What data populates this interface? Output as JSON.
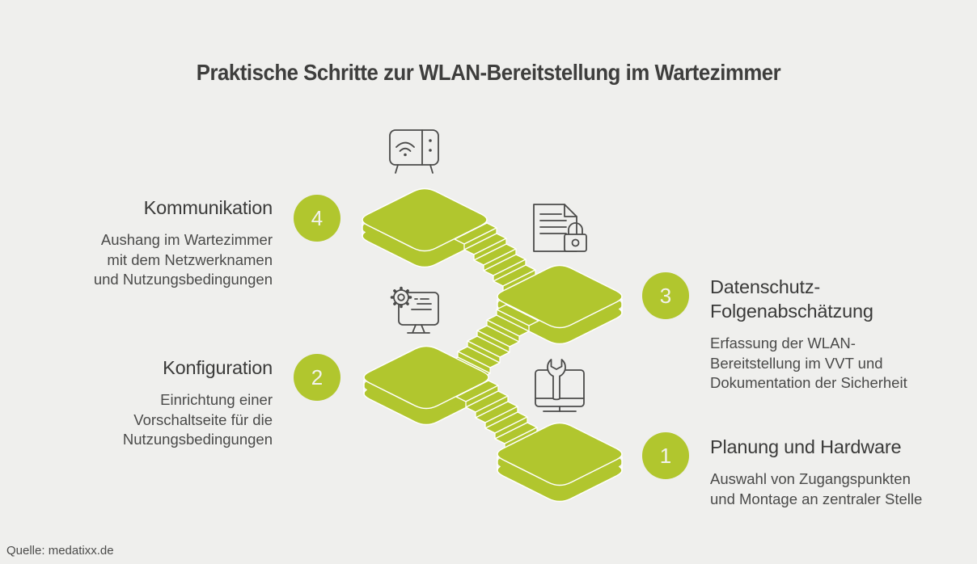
{
  "title": "Praktische Schritte zur WLAN-Bereitstellung im Wartezimmer",
  "source": "Quelle: medatixx.de",
  "colors": {
    "accent": "#b1c62e",
    "background": "#efefed"
  },
  "steps": [
    {
      "number": "1",
      "title_lines": [
        "Planung und Hardware"
      ],
      "description_lines": [
        "Auswahl von Zugangspunkten",
        "und Montage an zentraler Stelle"
      ],
      "icon": "monitor-wrench-icon"
    },
    {
      "number": "2",
      "title_lines": [
        "Konfiguration"
      ],
      "description_lines": [
        "Einrichtung einer",
        "Vorschaltseite für die",
        "Nutzungsbedingungen"
      ],
      "icon": "monitor-gear-icon"
    },
    {
      "number": "3",
      "title_lines": [
        "Datenschutz-",
        "Folgenabschätzung"
      ],
      "description_lines": [
        "Erfassung der WLAN-",
        "Bereitstellung im VVT und",
        "Dokumentation der Sicherheit"
      ],
      "icon": "document-lock-icon"
    },
    {
      "number": "4",
      "title_lines": [
        "Kommunikation"
      ],
      "description_lines": [
        "Aushang im Wartezimmer",
        "mit dem Netzwerknamen",
        "und Nutzungsbedingungen"
      ],
      "icon": "wifi-router-icon"
    }
  ]
}
